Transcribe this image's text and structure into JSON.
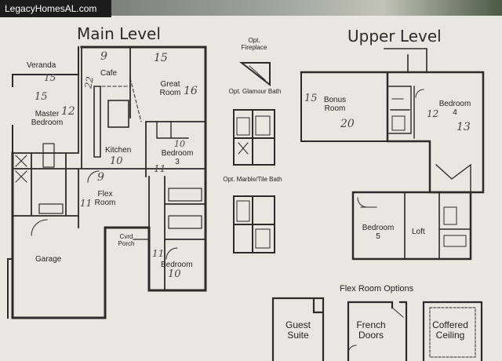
{
  "site": {
    "name": "LegacyHomesAL.com"
  },
  "headers": {
    "main": "Main Level",
    "upper": "Upper Level",
    "flex_options": "Flex Room Options"
  },
  "rooms": {
    "veranda": "Veranda",
    "cafe": "Cafe",
    "great_room": "Great Room",
    "master_bedroom": "Master Bedroom",
    "kitchen": "Kitchen",
    "bedroom3": "Bedroom 3",
    "flex_room": "Flex Room",
    "garage": "Garage",
    "covered_porch": "Cvrd Porch",
    "bedroom2": "Bedroom",
    "bonus_room": "Bonus Room",
    "bedroom4": "Bedroom 4",
    "bedroom5": "Bedroom 5",
    "loft": "Loft"
  },
  "options": {
    "fireplace": "Opt. Fireplace",
    "glamour_bath": "Opt. Glamour Bath",
    "marble_bath": "Opt. Marble/Tile Bath",
    "guest_suite": "Guest Suite",
    "french_doors": "French Doors",
    "coffered_ceiling": "Coffered Ceiling"
  },
  "notes": {
    "veranda_w": "15",
    "veranda_d": "15",
    "cafe": "9",
    "cafe_side": "22",
    "great_w": "15",
    "great_d": "16",
    "master_w": "12",
    "kitchen": "10",
    "bed3_w": "10",
    "bed3_d": "11",
    "flex_w": "9",
    "flex_d": "11",
    "bed2_d": "11",
    "bed2_w": "10",
    "bonus_l": "15",
    "bonus_w": "20",
    "bed4_l": "12",
    "bed4_w": "13"
  }
}
